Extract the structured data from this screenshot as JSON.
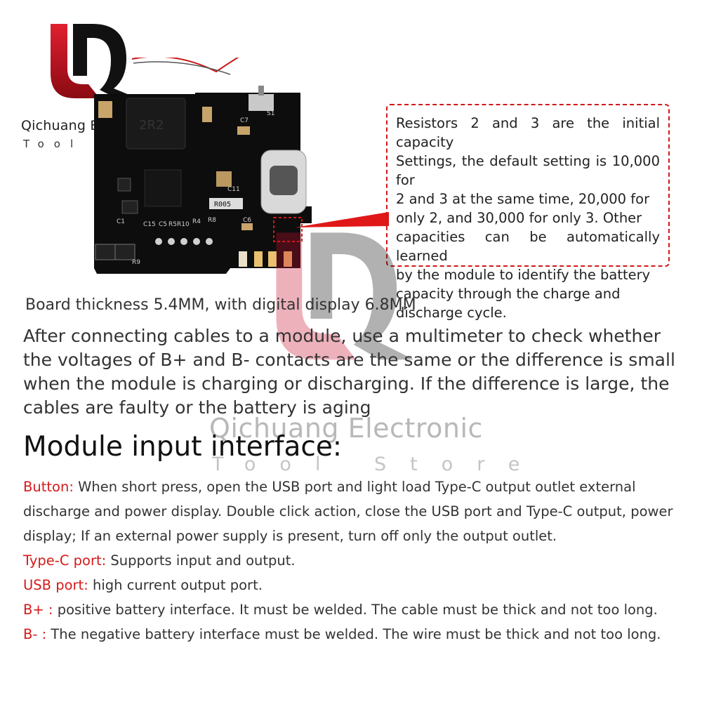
{
  "brand": {
    "name": "Qichuang Electronic",
    "sub": "Tool Store"
  },
  "callout": {
    "lines": [
      "Resistors 2 and 3 are the initial capacity",
      "Settings, the default setting is 10,000 for",
      "2 and 3 at the same time, 20,000 for",
      "only 2, and 30,000 for only 3. Other",
      "capacities can be automatically learned",
      "by the module to identify the battery",
      "capacity through the charge and",
      "discharge cycle."
    ]
  },
  "board": {
    "labels": {
      "resistor": "R005",
      "c7": "C7",
      "s1": "S1",
      "c6": "C6",
      "r8": "R8",
      "r4": "R4",
      "c1": "C1",
      "r9": "R9",
      "c15": "C15",
      "c5": "C5",
      "r5": "R5",
      "r10": "R10",
      "c11": "C11"
    }
  },
  "watermark": {
    "name": "Qichuang Electronic",
    "sub": "Tool Store"
  },
  "thickness": "Board thickness 5.4MM, with digital display 6.8MM",
  "check_note": "After connecting cables to a module, use a multimeter to check whether the voltages of B+ and B- contacts are the same or the difference is small when the module is charging or discharging. If the difference is large, the cables are faulty or the battery is aging",
  "heading": "Module input interface:",
  "items": [
    {
      "key": "Button:",
      "text": " When short press, open the USB port and light load Type-C output outlet external discharge and power display. Double click action, close the USB port and Type-C output, power display; If an external power supply is present, turn off only the output outlet."
    },
    {
      "key": "Type-C port:",
      "text": " Supports input and output."
    },
    {
      "key": "USB port:",
      "text": " high current output port."
    },
    {
      "key": "B+ :",
      "text": " positive battery interface. It must be welded. The cable must be thick and not too long."
    },
    {
      "key": "B- :",
      "text": " The negative battery interface must be welded. The wire must be thick and not too long."
    }
  ],
  "colors": {
    "accent_red": "#d41a1a",
    "logo_red": "#c8102e",
    "board_black": "#0d0d0d"
  }
}
